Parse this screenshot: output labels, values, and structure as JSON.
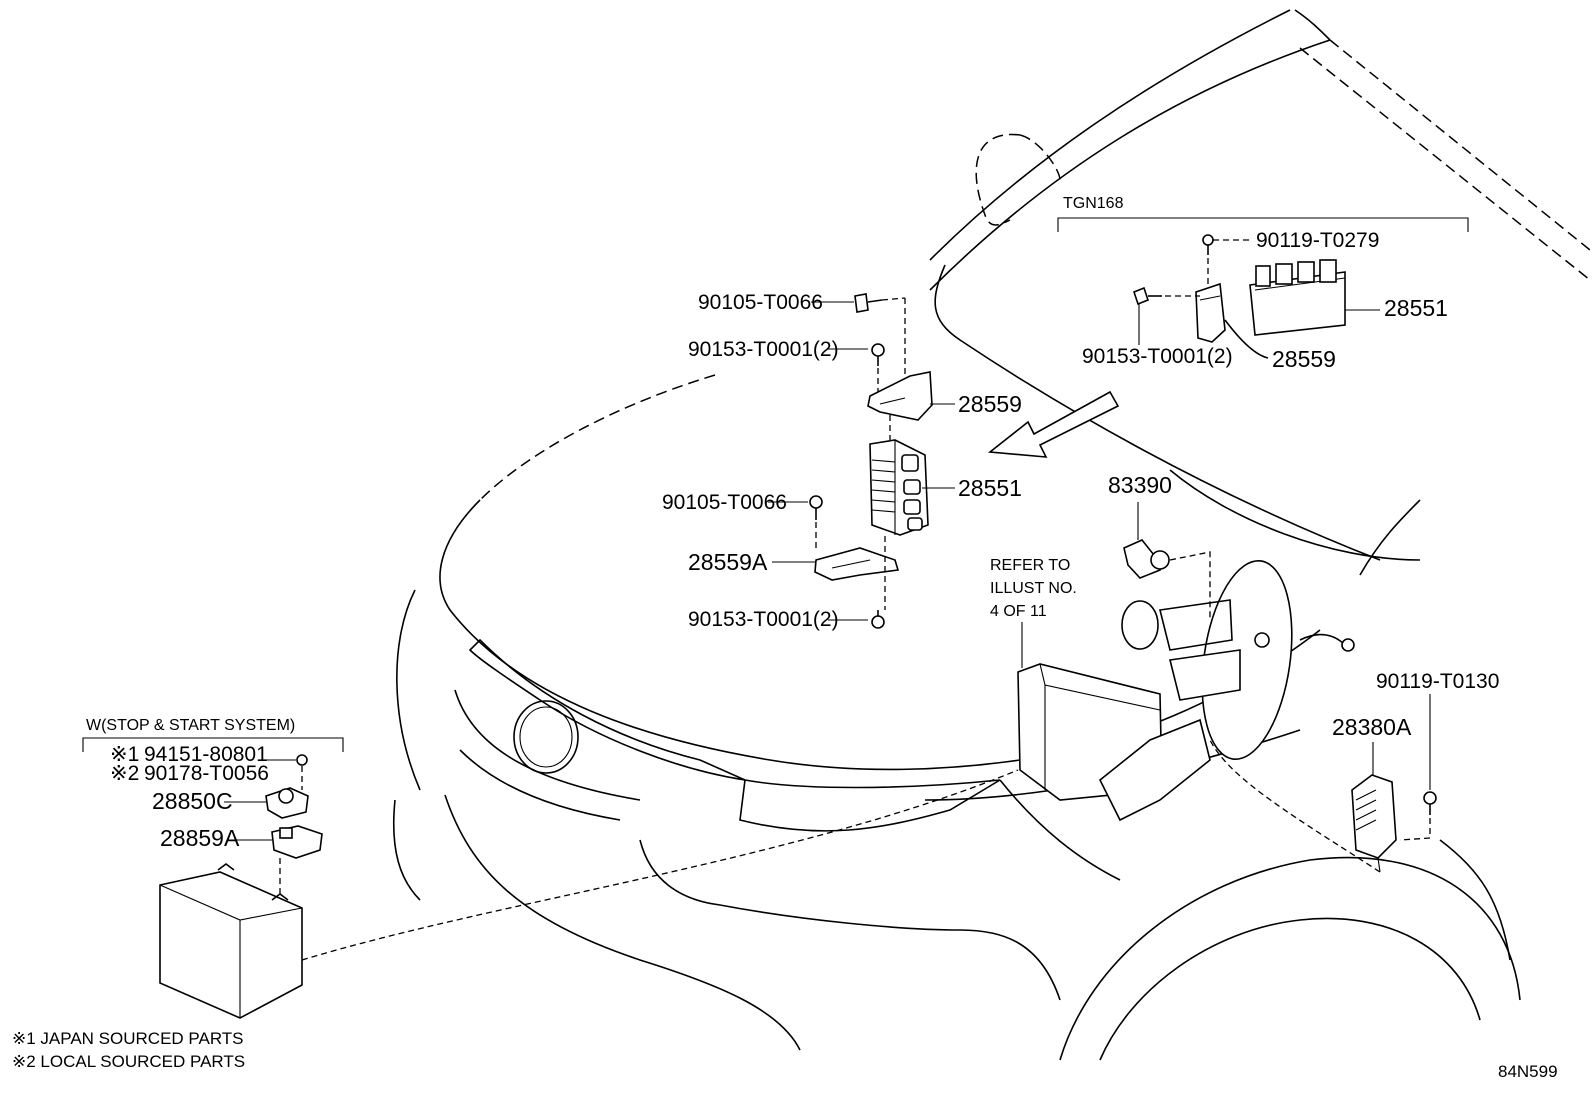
{
  "diagram_id": "84N599",
  "group_labels": {
    "tgn168": "TGN168",
    "stop_start": "W(STOP & START SYSTEM)",
    "refer_line1": "REFER TO",
    "refer_line2": "ILLUST NO.",
    "refer_line3": "4 OF 11"
  },
  "parts": {
    "p90105_T0066_top": "90105-T0066",
    "p90153_T0001_a": "90153-T0001(2)",
    "p28559_main": "28559",
    "p28551_main": "28551",
    "p90105_T0066_mid": "90105-T0066",
    "p28559A": "28559A",
    "p90153_T0001_b": "90153-T0001(2)",
    "p90119_T0279": "90119-T0279",
    "p28551_inset": "28551",
    "p90153_T0001_inset": "90153-T0001(2)",
    "p28559_inset": "28559",
    "p83390": "83390",
    "p90119_T0130": "90119-T0130",
    "p28380A": "28380A",
    "p94151_80801": "94151-80801",
    "p90178_T0056": "90178-T0056",
    "p28850C": "28850C",
    "p28859A": "28859A"
  },
  "markers": {
    "m1": "※1",
    "m2": "※2"
  },
  "footnotes": {
    "note1": "※1 JAPAN SOURCED PARTS",
    "note2": "※2 LOCAL SOURCED PARTS"
  }
}
